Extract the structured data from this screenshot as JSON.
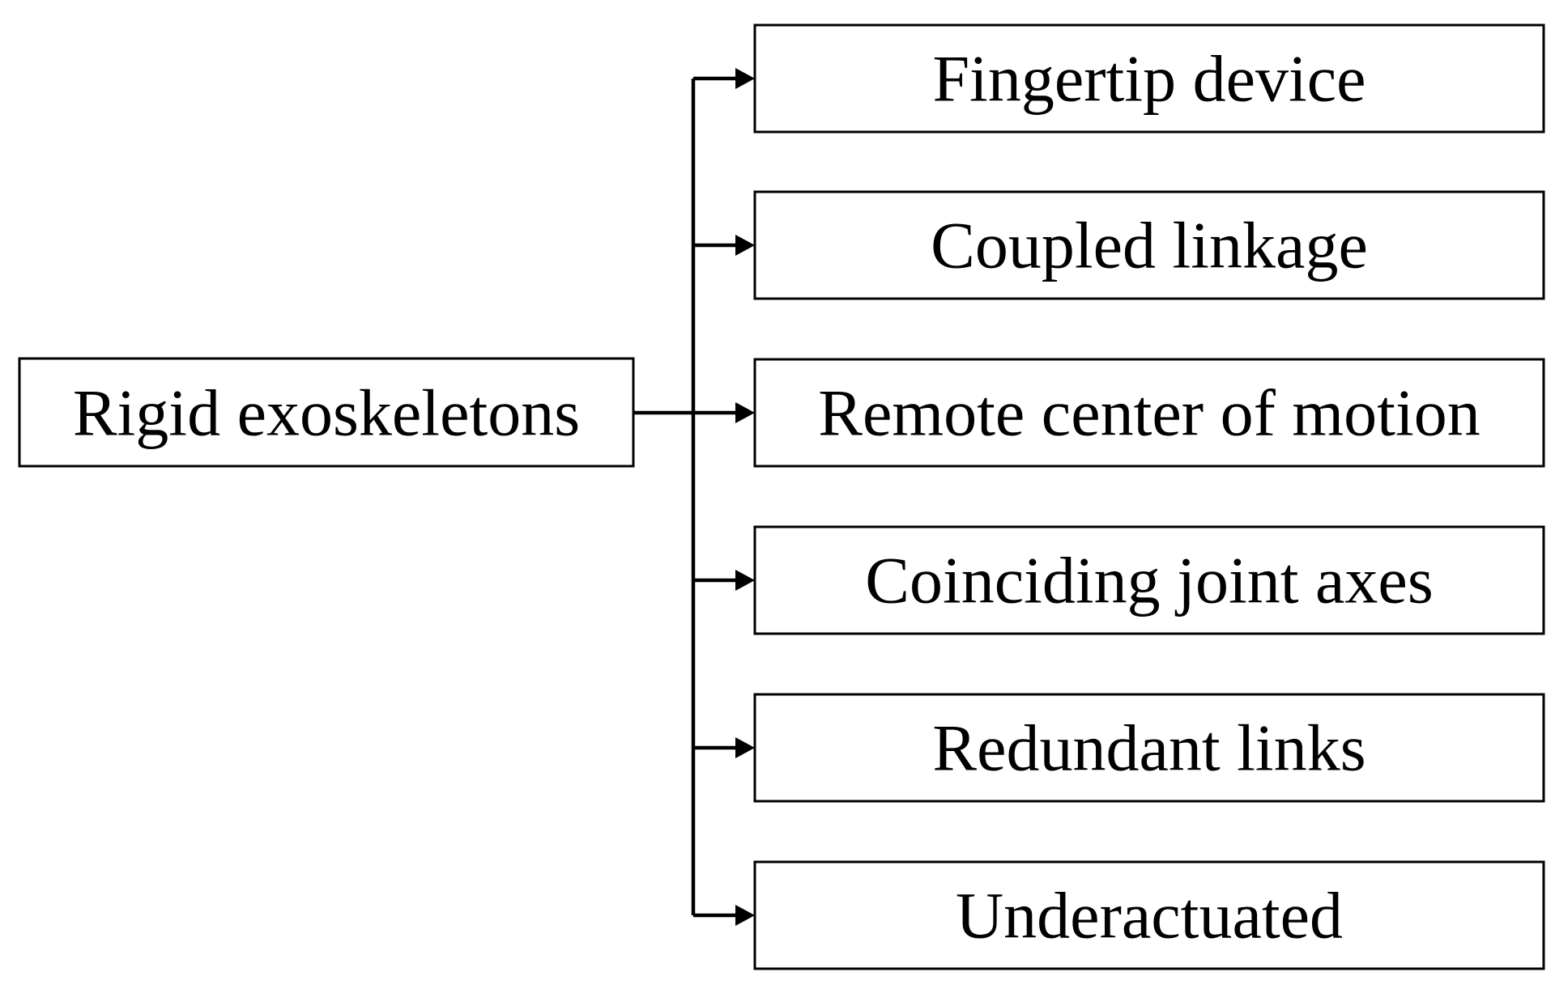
{
  "root": {
    "label": "Rigid exoskeletons"
  },
  "children": [
    {
      "label": "Fingertip device"
    },
    {
      "label": "Coupled linkage"
    },
    {
      "label": "Remote center of motion"
    },
    {
      "label": "Coinciding joint axes"
    },
    {
      "label": "Redundant links"
    },
    {
      "label": "Underactuated"
    }
  ],
  "colors": {
    "line": "#000000",
    "box_fill": "#ffffff",
    "text": "#000000"
  }
}
